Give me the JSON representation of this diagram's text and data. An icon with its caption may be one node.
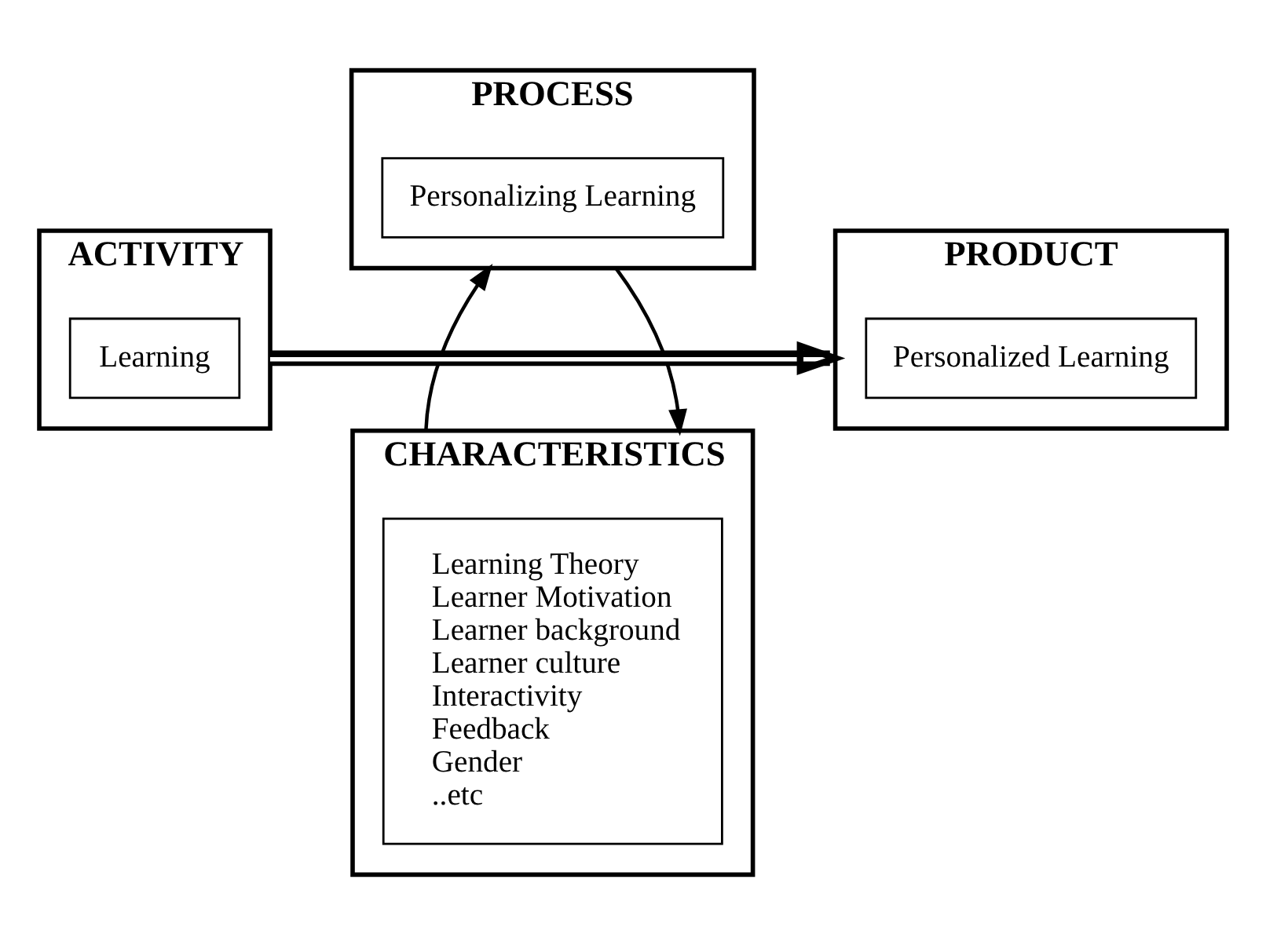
{
  "diagram": {
    "nodes": [
      {
        "text": [
          "PROCESS"
        ]
      },
      {
        "text": [
          "Personalizing Learning"
        ],
        "in": 0
      },
      {
        "text": [
          "ACTIVITY"
        ]
      },
      {
        "text": [
          "Learning"
        ],
        "in": 2
      },
      {
        "text": [
          "PRODUCT"
        ]
      },
      {
        "text": [
          "Personalized Learning"
        ],
        "in": 4
      },
      {
        "text": [
          "CHARACTERISTICS"
        ]
      },
      {
        "text": [
          "Learning Theory",
          "Learner Motivation",
          "Learner background",
          "Learner culture",
          "Interactivity",
          "Feedback",
          "Gender",
          "..etc"
        ],
        "in": 6
      }
    ],
    "edges": [
      {
        "from": 2,
        "to": 4,
        "arrow": "to",
        "style": "thick"
      },
      {
        "from": 0,
        "to": 6,
        "arrow": "to"
      },
      {
        "from": 6,
        "to": 0,
        "arrow": "to"
      }
    ]
  }
}
